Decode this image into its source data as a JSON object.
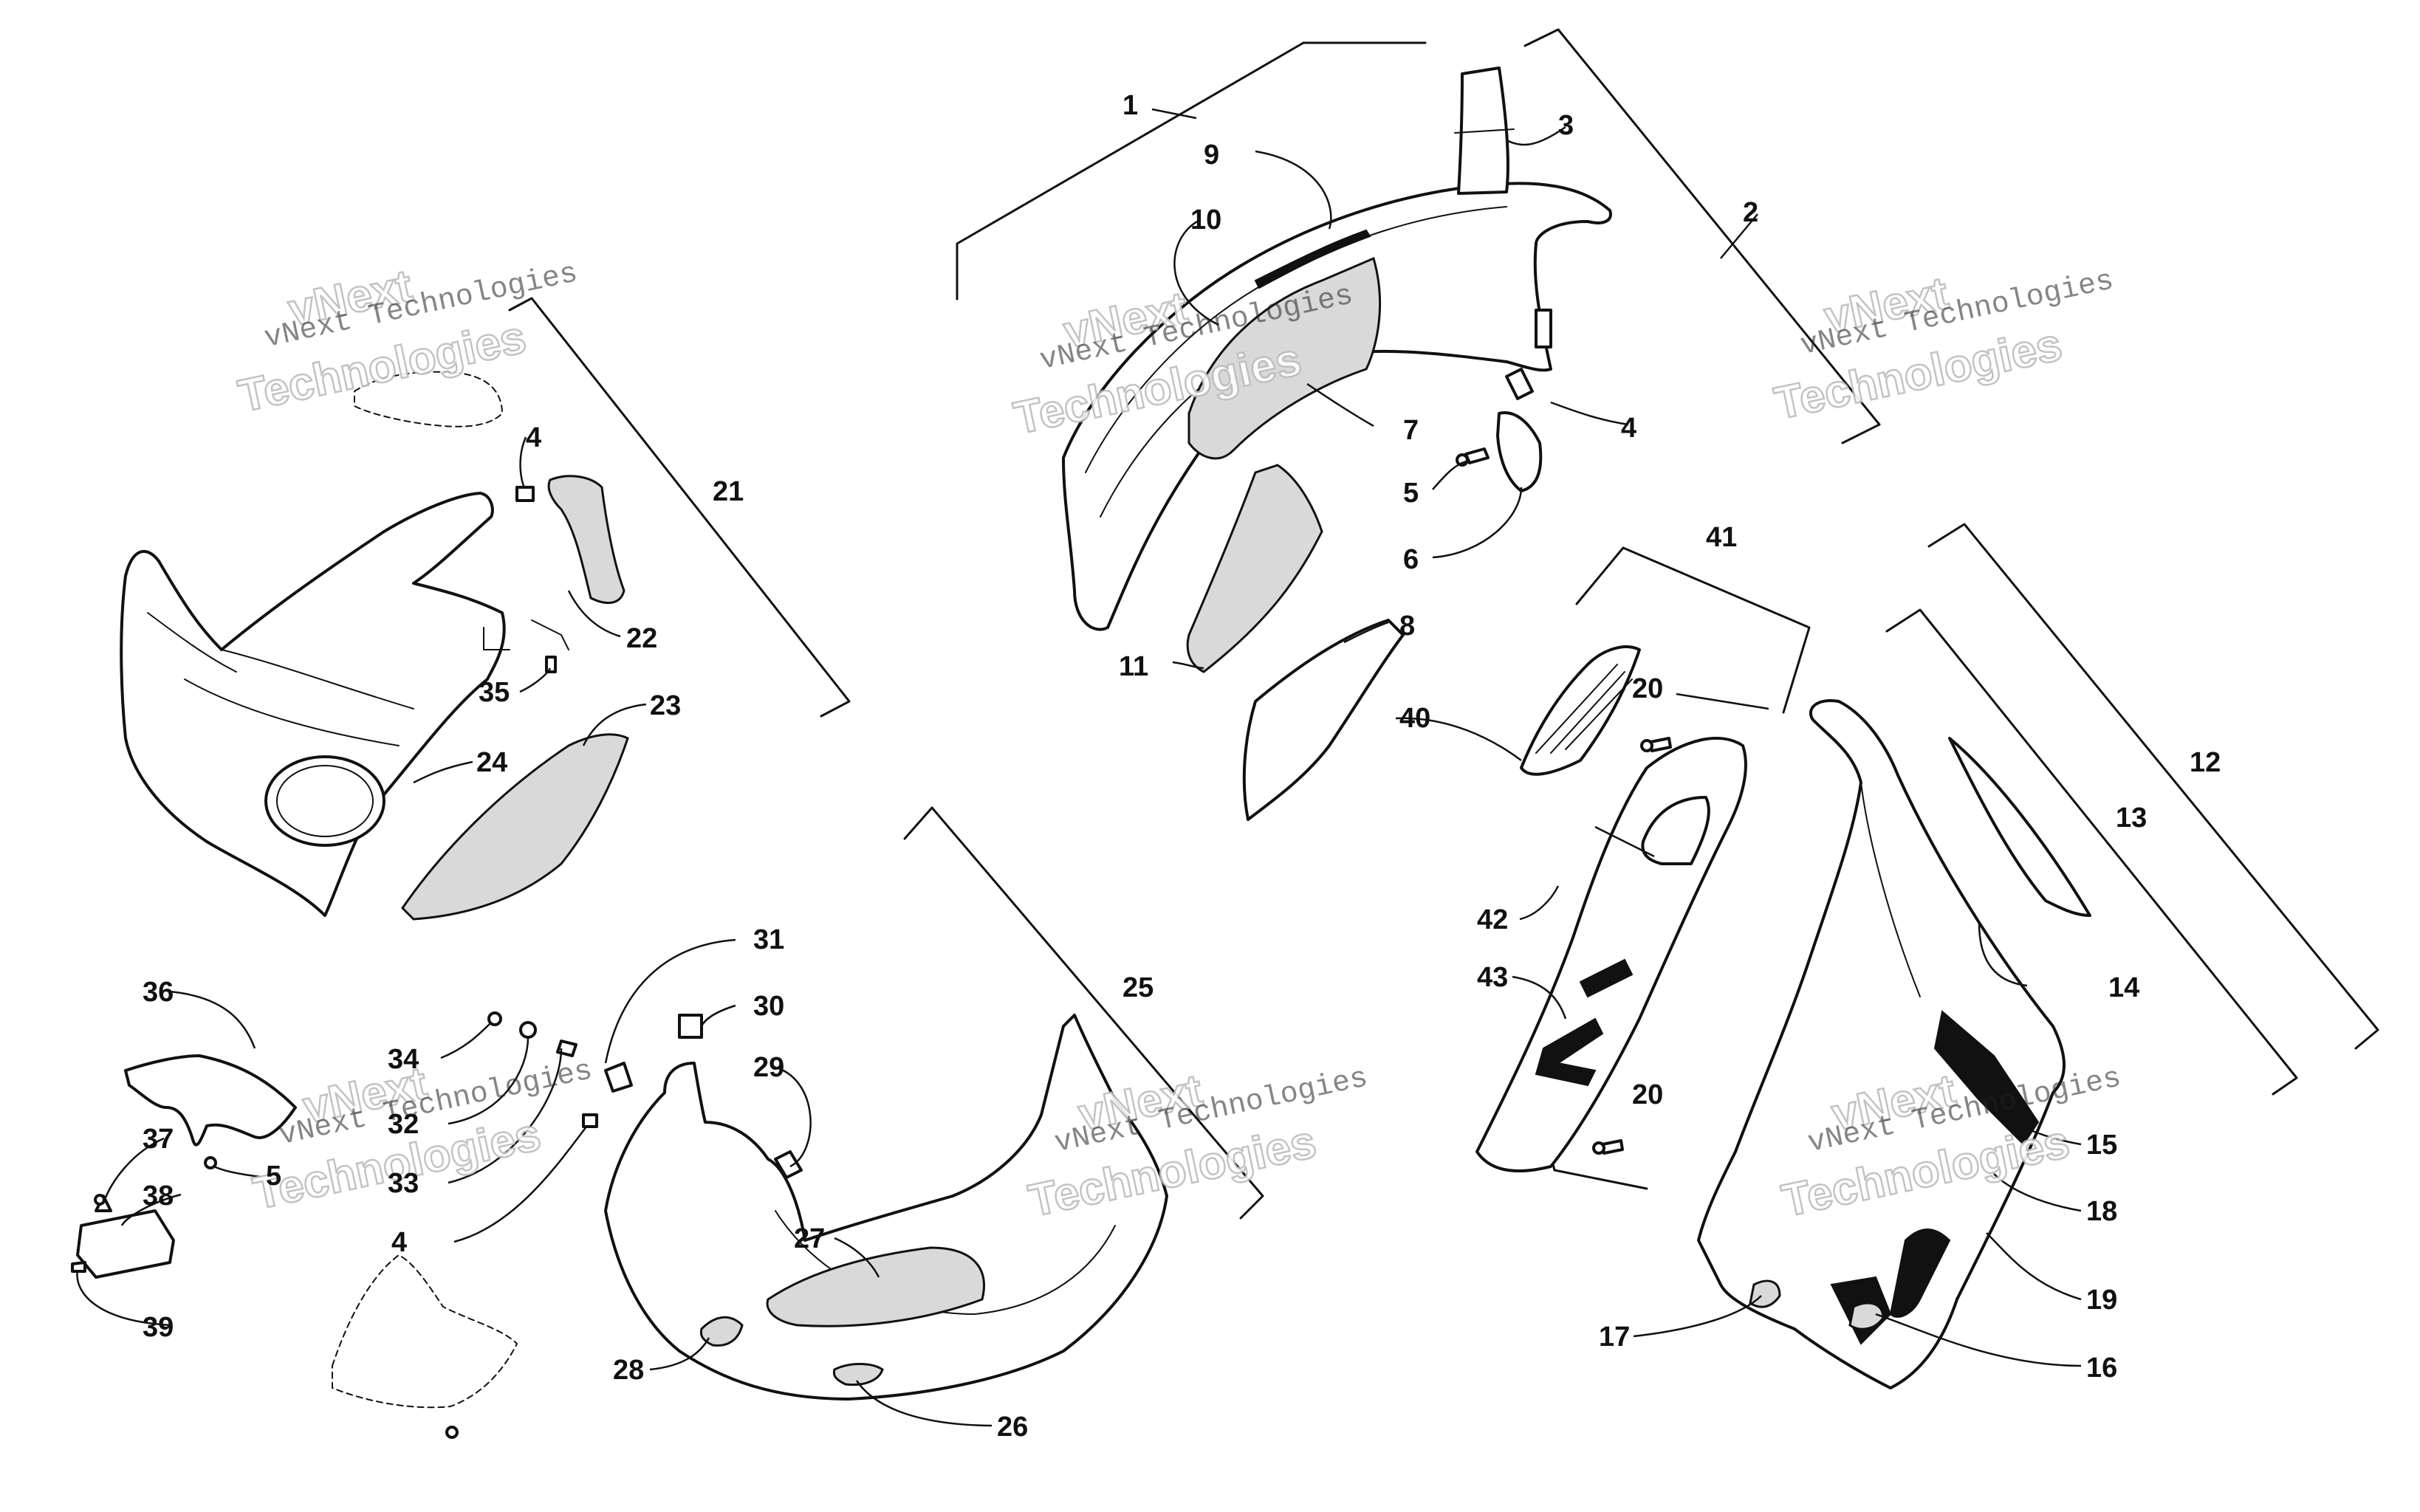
{
  "diagram": {
    "labels": [
      "1",
      "2",
      "3",
      "4",
      "5",
      "6",
      "7",
      "8",
      "9",
      "10",
      "11",
      "12",
      "13",
      "14",
      "15",
      "16",
      "17",
      "18",
      "19",
      "20",
      "21",
      "22",
      "23",
      "24",
      "25",
      "26",
      "27",
      "28",
      "29",
      "30",
      "31",
      "32",
      "33",
      "34",
      "35",
      "36",
      "37",
      "38",
      "39",
      "40",
      "41",
      "42",
      "43"
    ],
    "watermark": {
      "line1": "vNext",
      "line2": "vNext Technologies",
      "line3": "Technologies"
    }
  }
}
